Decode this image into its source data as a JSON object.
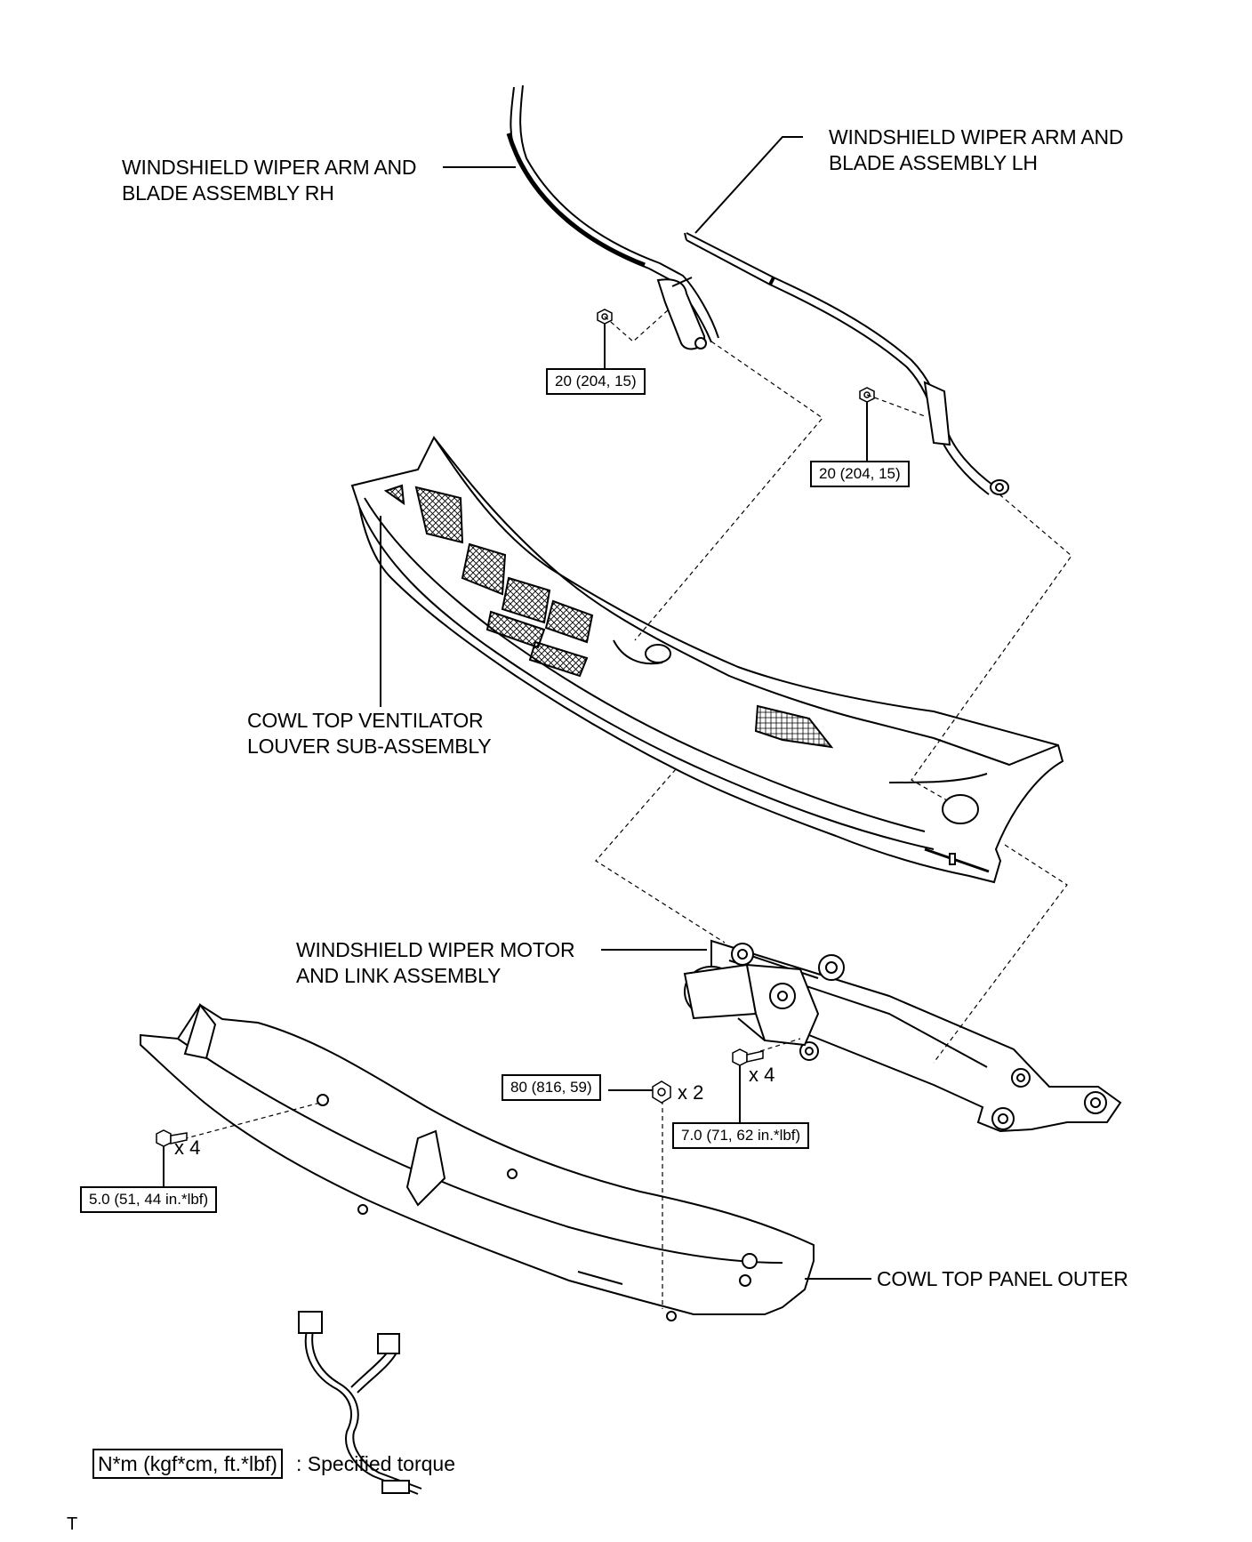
{
  "labels": {
    "wiper_arm_rh": [
      "WINDSHIELD WIPER ARM AND",
      "BLADE ASSEMBLY RH"
    ],
    "wiper_arm_lh": [
      "WINDSHIELD WIPER ARM AND",
      "BLADE ASSEMBLY LH"
    ],
    "louver": [
      "COWL TOP VENTILATOR",
      "LOUVER SUB-ASSEMBLY"
    ],
    "wiper_motor": [
      "WINDSHIELD WIPER MOTOR",
      "AND LINK ASSEMBLY"
    ],
    "panel_outer": "COWL TOP PANEL OUTER"
  },
  "torques": {
    "arm_rh_nut": "20 (204, 15)",
    "arm_lh_nut": "20 (204, 15)",
    "motor_nut": "80 (816, 59)",
    "motor_bolt": "7.0 (71, 62 in.*lbf)",
    "panel_bolt": "5.0 (51, 44 in.*lbf)"
  },
  "quantities": {
    "motor_nut": "x 2",
    "motor_bolt": "x 4",
    "panel_bolt": "x 4"
  },
  "legend": {
    "box": "N*m (kgf*cm, ft.*lbf)",
    "text": ": Specified torque"
  },
  "footer_code": "T"
}
